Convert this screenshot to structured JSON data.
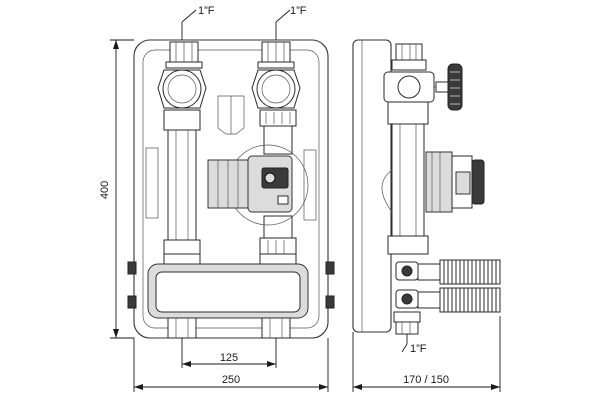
{
  "front_view": {
    "top_left_connection": "1”F",
    "top_right_connection": "1”F",
    "height_dim": "400",
    "bottom_spacing_dim": "125",
    "width_dim": "250"
  },
  "side_view": {
    "bottom_connection": "1”F",
    "depth_dim": "170 / 150"
  },
  "colors": {
    "line": "#1a1a1a",
    "fill_grey": "#dcdcdc",
    "fill_dark": "#3a3a3a"
  }
}
